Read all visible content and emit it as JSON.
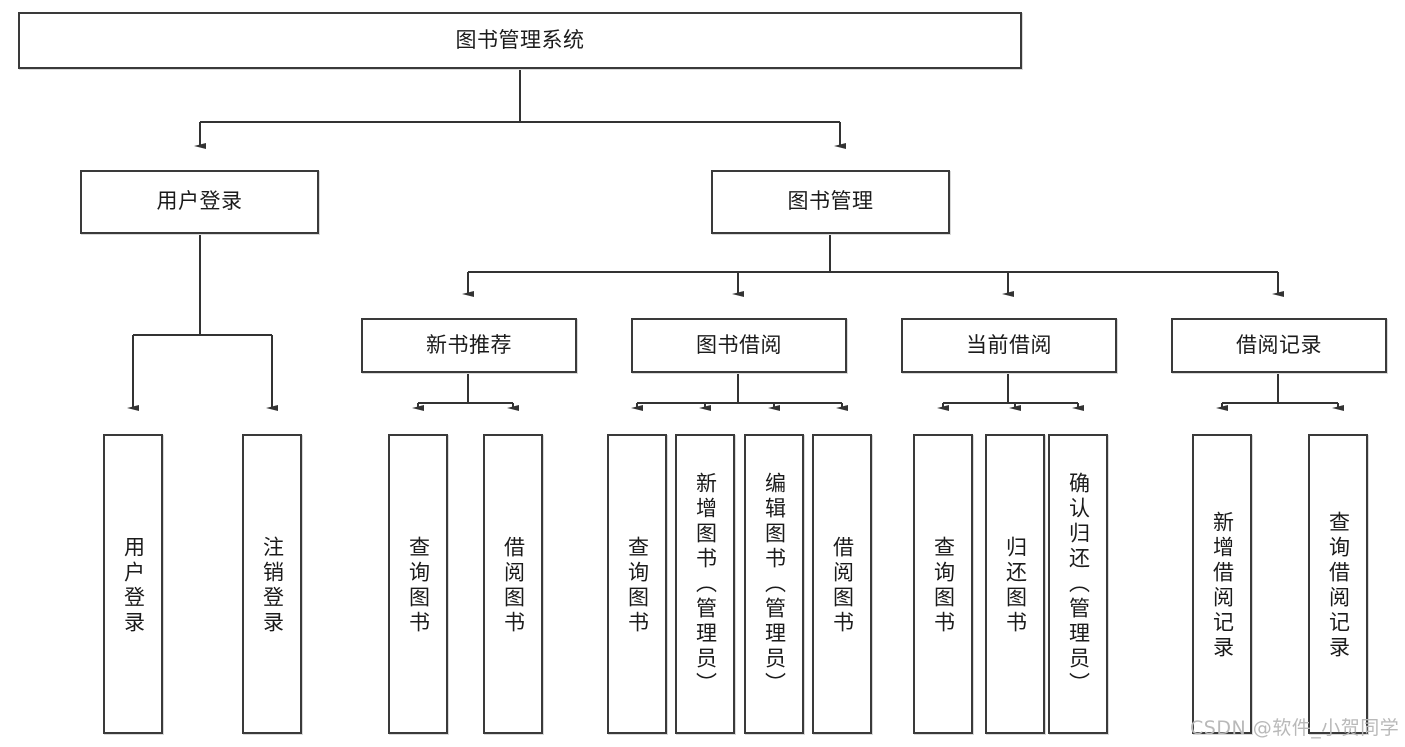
{
  "diagram": {
    "type": "tree",
    "title": "图书管理系统",
    "watermark": "CSDN @软件_小贺同学",
    "colors": {
      "box_border": "#3a3a3a",
      "box_fill": "#ffffff",
      "connector": "#333333",
      "text": "#1b1b1b",
      "watermark": "#b9b9b9",
      "background": "#ffffff"
    },
    "root": {
      "label": "图书管理系统"
    },
    "level2": [
      {
        "label": "用户登录"
      },
      {
        "label": "图书管理"
      }
    ],
    "level3": [
      {
        "label": "新书推荐"
      },
      {
        "label": "图书借阅"
      },
      {
        "label": "当前借阅"
      },
      {
        "label": "借阅记录"
      }
    ],
    "leaves": {
      "user_login": [
        {
          "label": "用户登录"
        },
        {
          "label": "注销登录"
        }
      ],
      "new_book_recommend": [
        {
          "label": "查询图书"
        },
        {
          "label": "借阅图书"
        }
      ],
      "book_borrow": [
        {
          "label": "查询图书"
        },
        {
          "label": "新增图书（管理员）"
        },
        {
          "label": "编辑图书（管理员）"
        },
        {
          "label": "借阅图书"
        }
      ],
      "current_borrow": [
        {
          "label": "查询图书"
        },
        {
          "label": "归还图书"
        },
        {
          "label": "确认归还（管理员）"
        }
      ],
      "borrow_record": [
        {
          "label": "新增借阅记录"
        },
        {
          "label": "查询借阅记录"
        }
      ]
    }
  }
}
